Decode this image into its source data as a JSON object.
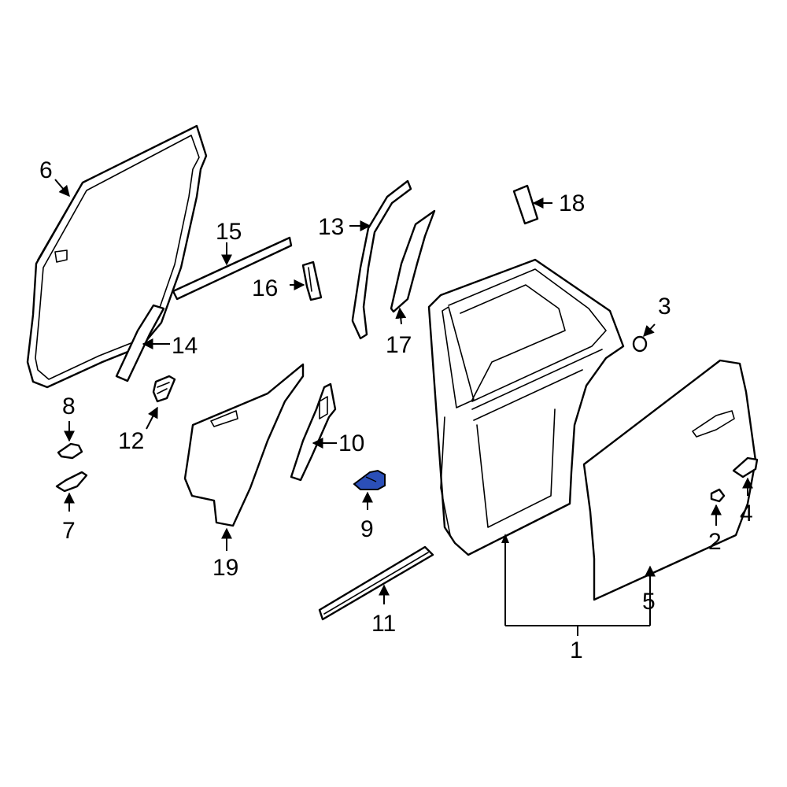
{
  "highlight_color": "#2b4fb8",
  "line_color": "#000000",
  "background": "#ffffff",
  "highlighted_part": "9",
  "callouts": {
    "c1": "1",
    "c2": "2",
    "c3": "3",
    "c4": "4",
    "c5": "5",
    "c6": "6",
    "c7": "7",
    "c8": "8",
    "c9": "9",
    "c10": "10",
    "c11": "11",
    "c12": "12",
    "c13": "13",
    "c14": "14",
    "c15": "15",
    "c16": "16",
    "c17": "17",
    "c18": "18",
    "c19": "19"
  }
}
